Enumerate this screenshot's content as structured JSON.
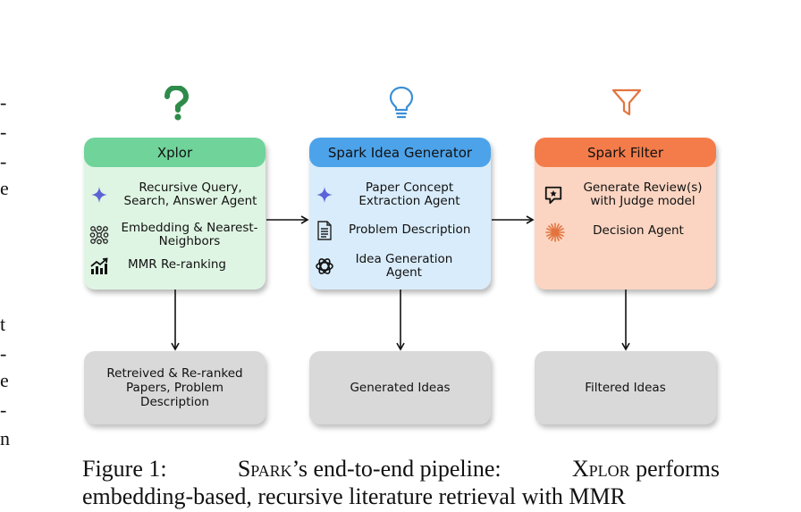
{
  "margin_fragments": [
    "-",
    "-",
    "-",
    "e",
    "t",
    "-",
    "e",
    "-",
    "n"
  ],
  "stages": [
    {
      "title": "Xplor",
      "header_color": "#6fd39a",
      "body_color": "#dff5e3",
      "items": [
        {
          "icon": "sparkle-icon",
          "text": "Recursive Query, Search, Answer Agent"
        },
        {
          "icon": "network-icon",
          "text": "Embedding & Nearest-Neighbors"
        },
        {
          "icon": "ranking-chart-icon",
          "text": "MMR Re-ranking"
        }
      ],
      "output": "Retreived & Re-ranked Papers, Problem Description",
      "top_icon": "question-mark-icon",
      "top_icon_color": "#2e8b4a"
    },
    {
      "title": "Spark Idea Generator",
      "header_color": "#4da3ea",
      "body_color": "#d9ecfb",
      "items": [
        {
          "icon": "sparkle-icon",
          "text": "Paper Concept Extraction Agent"
        },
        {
          "icon": "document-icon",
          "text": "Problem Description"
        },
        {
          "icon": "openai-logo-icon",
          "text": "Idea Generation Agent"
        }
      ],
      "output": "Generated Ideas",
      "top_icon": "lightbulb-icon",
      "top_icon_color": "#3b8fd6"
    },
    {
      "title": "Spark Filter",
      "header_color": "#f47c4a",
      "body_color": "#fbd5c2",
      "items": [
        {
          "icon": "review-star-icon",
          "text": "Generate Review(s) with Judge model"
        },
        {
          "icon": "starburst-icon",
          "text": "Decision Agent"
        }
      ],
      "output": "Filtered Ideas",
      "top_icon": "filter-icon",
      "top_icon_color": "#e3743f"
    }
  ],
  "caption": {
    "lead": "Figure 1:",
    "spark": "Spark",
    "mid": "’s end-to-end pipeline:",
    "xplor": "Xplor",
    "tail": "performs",
    "line2": "embedding-based, recursive literature retrieval with MMR"
  }
}
